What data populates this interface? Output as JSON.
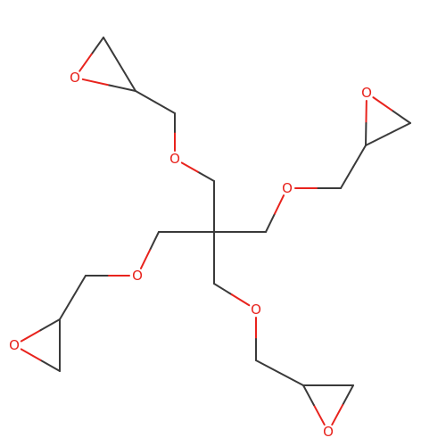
{
  "molecule": {
    "element_colors": {
      "C": "#3a3a3a",
      "O": "#e8231d"
    },
    "atom_labels": [
      {
        "id": "o1",
        "symbol": "O"
      },
      {
        "id": "o2",
        "symbol": "O"
      },
      {
        "id": "o3",
        "symbol": "O"
      },
      {
        "id": "o4",
        "symbol": "O"
      },
      {
        "id": "o5",
        "symbol": "O"
      },
      {
        "id": "o6",
        "symbol": "O"
      },
      {
        "id": "o7",
        "symbol": "O"
      },
      {
        "id": "o8",
        "symbol": "O"
      }
    ],
    "bonds": [
      {
        "a": "c_center",
        "b": "c_up"
      },
      {
        "a": "c_up",
        "b": "o2"
      },
      {
        "a": "o2",
        "b": "c_a1"
      },
      {
        "a": "c_a1",
        "b": "c_a2"
      },
      {
        "a": "c_a2",
        "b": "c_a3"
      },
      {
        "a": "c_a3",
        "b": "o1"
      },
      {
        "a": "o1",
        "b": "c_a2"
      },
      {
        "a": "c_center",
        "b": "c_right"
      },
      {
        "a": "c_right",
        "b": "o4"
      },
      {
        "a": "o4",
        "b": "c_b1"
      },
      {
        "a": "c_b1",
        "b": "c_b2"
      },
      {
        "a": "c_b2",
        "b": "c_b3"
      },
      {
        "a": "c_b3",
        "b": "o3"
      },
      {
        "a": "o3",
        "b": "c_b2"
      },
      {
        "a": "c_center",
        "b": "c_left"
      },
      {
        "a": "c_left",
        "b": "o5"
      },
      {
        "a": "o5",
        "b": "c_c1"
      },
      {
        "a": "c_c1",
        "b": "c_c2"
      },
      {
        "a": "c_c2",
        "b": "c_c3"
      },
      {
        "a": "c_c3",
        "b": "o7"
      },
      {
        "a": "o7",
        "b": "c_c2"
      },
      {
        "a": "c_center",
        "b": "c_down"
      },
      {
        "a": "c_down",
        "b": "o6"
      },
      {
        "a": "o6",
        "b": "c_d1"
      },
      {
        "a": "c_d1",
        "b": "c_d2"
      },
      {
        "a": "c_d2",
        "b": "c_d3"
      },
      {
        "a": "c_d3",
        "b": "o8"
      },
      {
        "a": "o8",
        "b": "c_d2"
      }
    ]
  }
}
